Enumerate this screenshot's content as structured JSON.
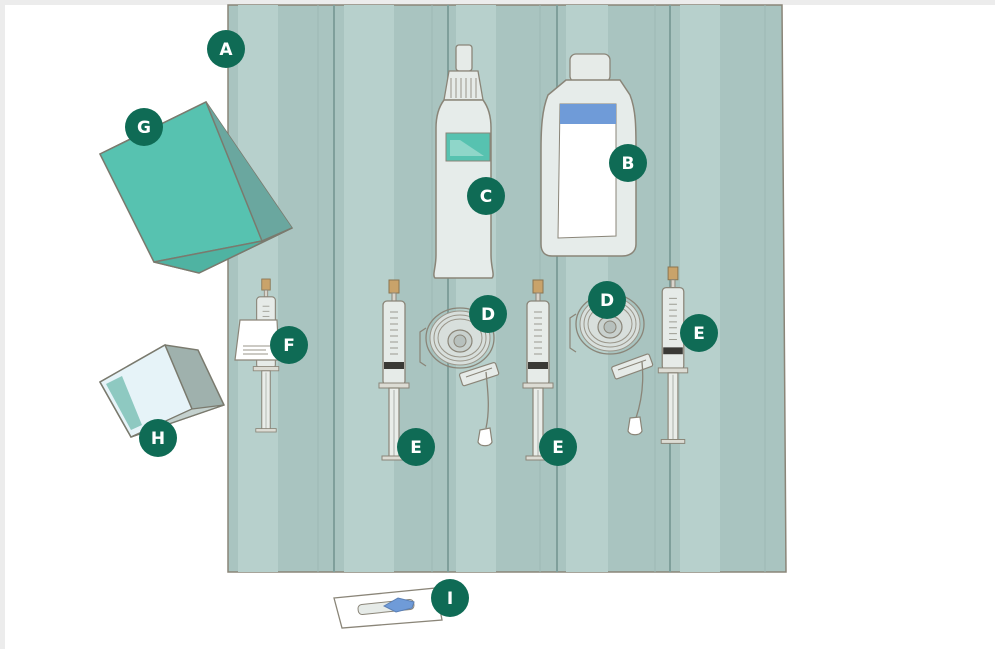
{
  "colors": {
    "background": "#ececec",
    "panel": "#ffffff",
    "cloth": "#a9c4c0",
    "cloth_fold": "#7f9f9b",
    "outline": "#8a8578",
    "label_fill": "#0f6b55",
    "label_text": "#ffffff",
    "box_green": "#57c2b0",
    "box_green_dark": "#5f9e96",
    "bottle_label_blue": "#6f9bd8",
    "syringe_cap": "#c9a36a"
  },
  "labels": {
    "A": "A",
    "B": "B",
    "C": "C",
    "D": "D",
    "E": "E",
    "F": "F",
    "G": "G",
    "H": "H",
    "I": "I"
  }
}
